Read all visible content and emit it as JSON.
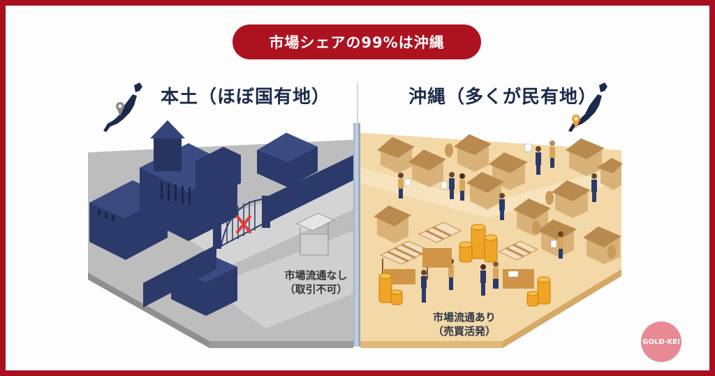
{
  "title": "市場シェアの99%は沖縄",
  "left_panel": {
    "heading": "本土（ほぼ国有地）",
    "caption_line1": "市場流通なし",
    "caption_line2": "（取引不可）",
    "icons": [
      "japan-map-icon",
      "gray-location-pin-icon",
      "government-building-icon",
      "locked-gate-icon",
      "red-x-icon",
      "empty-market-stall-icon"
    ]
  },
  "right_panel": {
    "heading": "沖縄（多くが民有地）",
    "caption_line1": "市場流通あり",
    "caption_line2": "（売買活発）",
    "icons": [
      "japan-map-icon",
      "orange-location-pin-icon",
      "house-icon",
      "person-with-document-icon",
      "market-stall-icon",
      "gold-coin-stack-icon"
    ]
  },
  "logo": "GOLD·KEI",
  "colors": {
    "border": "#a8101f",
    "title_pill": "#ad1221",
    "heading_text": "#1c2a4a",
    "building_navy": "#2c3a6b",
    "ground_gray": "#b8b8b8",
    "ground_sand": "#f3d9a8",
    "house_tan": "#d9b27a",
    "coin_gold": "#f0a526",
    "pin_gray": "#8a8a8a",
    "pin_orange": "#f0a030",
    "logo_pink": "#e88a93",
    "x_red": "#e53935"
  }
}
